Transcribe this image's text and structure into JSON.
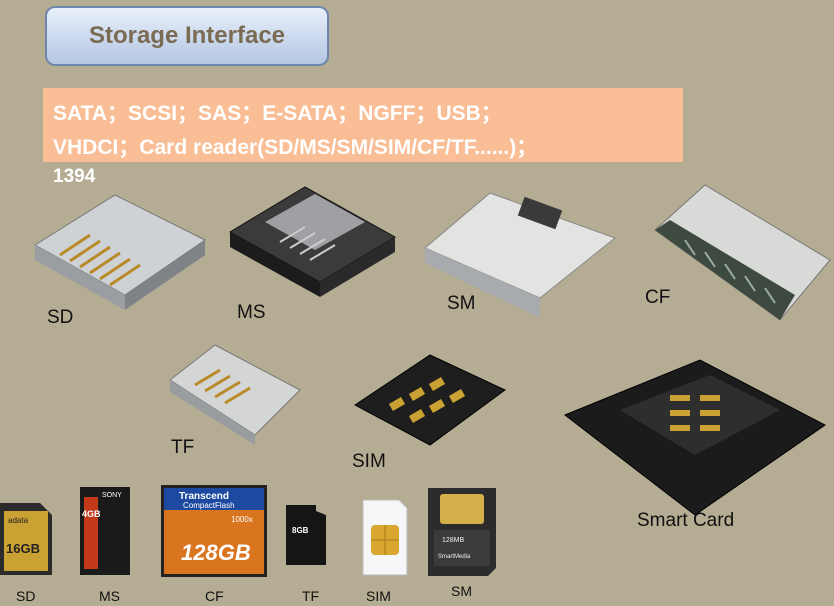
{
  "title": "Storage Interface",
  "interfaces": {
    "line1": "SATA；SCSI；SAS；E-SATA；NGFF；USB；",
    "line2": "VHDCI；Card reader(SD/MS/SM/SIM/CF/TF......)；",
    "line3": "1394"
  },
  "connector_labels": {
    "sd": "SD",
    "ms": "MS",
    "sm": "SM",
    "cf": "CF",
    "tf": "TF",
    "sim": "SIM",
    "smart_card": "Smart Card"
  },
  "cards": {
    "sd": {
      "label": "SD",
      "brand": "adata",
      "capacity": "16GB"
    },
    "ms": {
      "label": "MS",
      "brand": "SONY",
      "capacity": "4GB"
    },
    "cf": {
      "label": "CF",
      "brand": "Transcend",
      "type": "CompactFlash",
      "speed": "1000x",
      "capacity": "128GB"
    },
    "tf": {
      "label": "TF",
      "capacity": "8GB"
    },
    "sim": {
      "label": "SIM"
    },
    "sm": {
      "label": "SM",
      "brand": "SmartMedia",
      "capacity": "128MB"
    }
  }
}
